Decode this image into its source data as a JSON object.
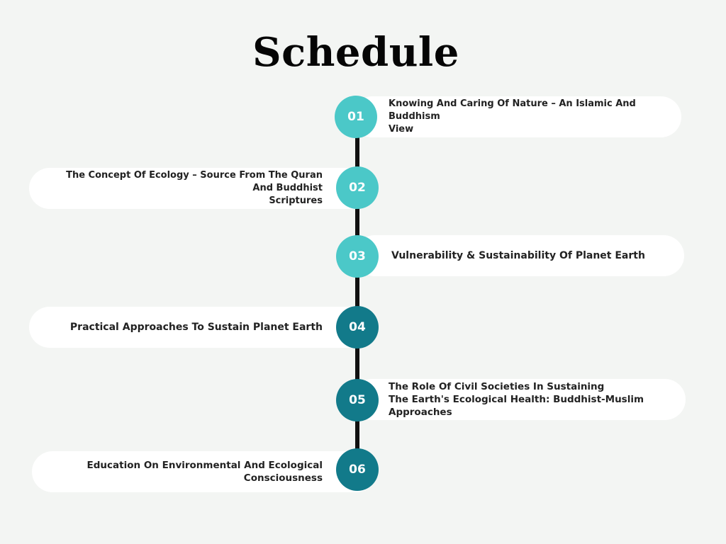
{
  "title": "Schedule",
  "colors": {
    "background": "#f3f5f3",
    "card": "#ffffff",
    "line": "#111111",
    "circle_light": "#4bc8c8",
    "circle_dark": "#127a8a"
  },
  "items": [
    {
      "number": "01",
      "text": "Knowing And Caring Of Nature – An Islamic And Buddhism\nView"
    },
    {
      "number": "02",
      "text": "The Concept Of Ecology – Source From The Quran And Buddhist\nScriptures"
    },
    {
      "number": "03",
      "text": "Vulnerability & Sustainability Of Planet Earth"
    },
    {
      "number": "04",
      "text": "Practical Approaches To Sustain Planet Earth"
    },
    {
      "number": "05",
      "text": "The Role Of Civil Societies In Sustaining\nThe Earth's Ecological Health: Buddhist-Muslim Approaches"
    },
    {
      "number": "06",
      "text": "Education On Environmental And Ecological Consciousness"
    }
  ]
}
